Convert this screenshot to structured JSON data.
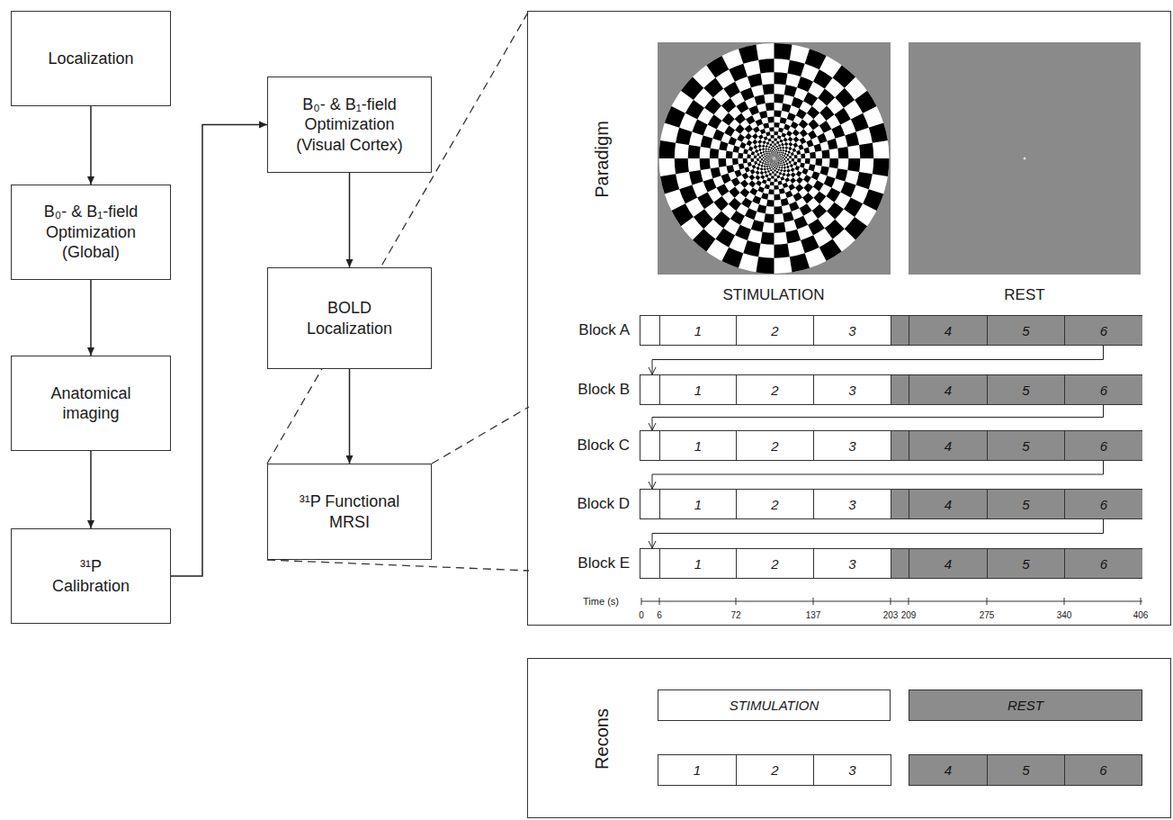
{
  "diagram": {
    "nodes": [
      {
        "text": [
          "Localization"
        ]
      },
      {
        "text": [
          "B₀- & B₁-field Optimization (Global)"
        ]
      },
      {
        "text": [
          "Anatomical imaging"
        ]
      },
      {
        "text": [
          "³¹P Calibration"
        ]
      },
      {
        "text": [
          "B₀- & B₁-field Optimization (Visual Cortex)"
        ]
      },
      {
        "text": [
          "BOLD Localization"
        ]
      },
      {
        "text": [
          "³¹P Functional MRSI"
        ]
      },
      {
        "text": [
          "Paradigm"
        ]
      },
      {
        "text": [
          "Block A"
        ],
        "in": 7
      },
      {
        "text": [
          "1"
        ],
        "in": 8
      },
      {
        "text": [
          "2"
        ],
        "in": 8
      },
      {
        "text": [
          "3"
        ],
        "in": 8
      },
      {
        "text": [
          "4"
        ],
        "in": 8
      },
      {
        "text": [
          "5"
        ],
        "in": 8
      },
      {
        "text": [
          "6"
        ],
        "in": 8
      },
      {
        "text": [
          "Block B"
        ],
        "in": 7
      },
      {
        "text": [
          "1"
        ],
        "in": 15
      },
      {
        "text": [
          "2"
        ],
        "in": 15
      },
      {
        "text": [
          "3"
        ],
        "in": 15
      },
      {
        "text": [
          "4"
        ],
        "in": 15
      },
      {
        "text": [
          "5"
        ],
        "in": 15
      },
      {
        "text": [
          "6"
        ],
        "in": 15
      },
      {
        "text": [
          "Block C"
        ],
        "in": 7
      },
      {
        "text": [
          "1"
        ],
        "in": 22
      },
      {
        "text": [
          "2"
        ],
        "in": 22
      },
      {
        "text": [
          "3"
        ],
        "in": 22
      },
      {
        "text": [
          "4"
        ],
        "in": 22
      },
      {
        "text": [
          "5"
        ],
        "in": 22
      },
      {
        "text": [
          "6"
        ],
        "in": 22
      },
      {
        "text": [
          "Block D"
        ],
        "in": 7
      },
      {
        "text": [
          "1"
        ],
        "in": 29
      },
      {
        "text": [
          "2"
        ],
        "in": 29
      },
      {
        "text": [
          "3"
        ],
        "in": 29
      },
      {
        "text": [
          "4"
        ],
        "in": 29
      },
      {
        "text": [
          "5"
        ],
        "in": 29
      },
      {
        "text": [
          "6"
        ],
        "in": 29
      },
      {
        "text": [
          "Block E"
        ],
        "in": 7
      },
      {
        "text": [
          "1"
        ],
        "in": 36
      },
      {
        "text": [
          "2"
        ],
        "in": 36
      },
      {
        "text": [
          "3"
        ],
        "in": 36
      },
      {
        "text": [
          "4"
        ],
        "in": 36
      },
      {
        "text": [
          "5"
        ],
        "in": 36
      },
      {
        "text": [
          "6"
        ],
        "in": 36
      },
      {
        "text": [
          "Recons"
        ]
      },
      {
        "text": [
          "STIMULATION"
        ],
        "in": 43
      },
      {
        "text": [
          "REST"
        ],
        "in": 43
      },
      {
        "text": [
          "1"
        ],
        "in": 43
      },
      {
        "text": [
          "2"
        ],
        "in": 43
      },
      {
        "text": [
          "3"
        ],
        "in": 43
      },
      {
        "text": [
          "4"
        ],
        "in": 43
      },
      {
        "text": [
          "5"
        ],
        "in": 43
      },
      {
        "text": [
          "6"
        ],
        "in": 43
      }
    ],
    "edges": [
      {
        "from": 0,
        "to": 1,
        "arrow": "to"
      },
      {
        "from": 1,
        "to": 2,
        "arrow": "to"
      },
      {
        "from": 2,
        "to": 3,
        "arrow": "to"
      },
      {
        "from": 3,
        "to": 4,
        "arrow": "to"
      },
      {
        "from": 4,
        "to": 5,
        "arrow": "to"
      },
      {
        "from": 5,
        "to": 6,
        "arrow": "to"
      },
      {
        "from": 14,
        "to": 15,
        "arrow": "to"
      },
      {
        "from": 21,
        "to": 22,
        "arrow": "to"
      },
      {
        "from": 28,
        "to": 29,
        "arrow": "to"
      },
      {
        "from": 35,
        "to": 36,
        "arrow": "to"
      }
    ],
    "labels": [
      "STIMULATION",
      "REST",
      "Time (s)",
      "0",
      "6",
      "72",
      "137",
      "203",
      "209",
      "275",
      "340",
      "406"
    ]
  }
}
